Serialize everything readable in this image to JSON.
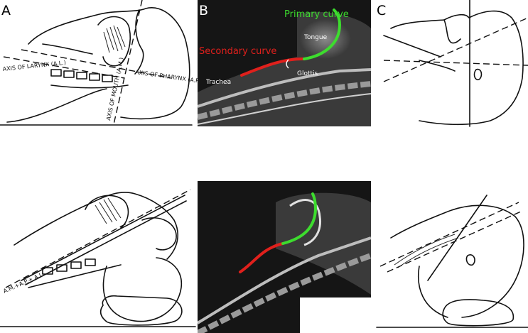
{
  "panels": {
    "a": {
      "label": "A",
      "axes": {
        "larynx": "AXIS OF LARYNX (A.L.)",
        "pharynx": "AXIS OF PHARYNX (A.P.)",
        "mouth": "AXIS OF MOUTH (A.M.)",
        "combined": "A.M.+A.P.+ A.L."
      }
    },
    "b": {
      "label": "B",
      "primary_curve": "Primary curve",
      "secondary_curve": "Secondary curve",
      "tongue": "Tongue",
      "glottis": "Glottis",
      "trachea": "Trachea",
      "primary_color": "#3ddc2e",
      "secondary_color": "#e0201c"
    },
    "c": {
      "label": "C"
    }
  }
}
